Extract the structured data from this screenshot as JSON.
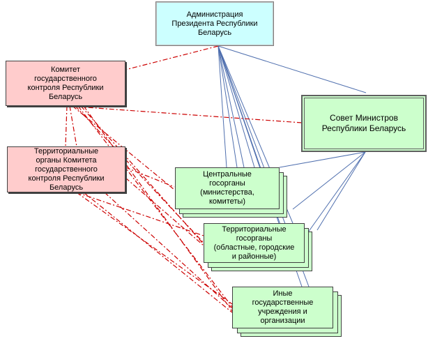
{
  "nodes": {
    "admin": "Администрация\nПрезидента Республики\nБеларусь",
    "kgk": "Комитет\nгосударственного\nконтроля Республики\nБеларусь",
    "terr_kgk": "Территориальные\nорганы Комитета\nгосударственного\nконтроля Республики\nБеларусь",
    "sovmin": "Совет Министров\nРеспублики Беларусь",
    "central": "Центральные\nгосорганы\n(министерства,\nкомитеты)",
    "territorial": "Территориальные\nгосорганы\n(областные, городские\nи районные)",
    "other": "Иные\nгосударственные\nучреждения и\nорганизации"
  },
  "colors": {
    "admin_fill": "#ccffff",
    "kgk_fill": "#ffcccc",
    "gov_fill": "#ccffcc",
    "control_line": "#cc0000",
    "subordination_line": "#4f6fae"
  }
}
